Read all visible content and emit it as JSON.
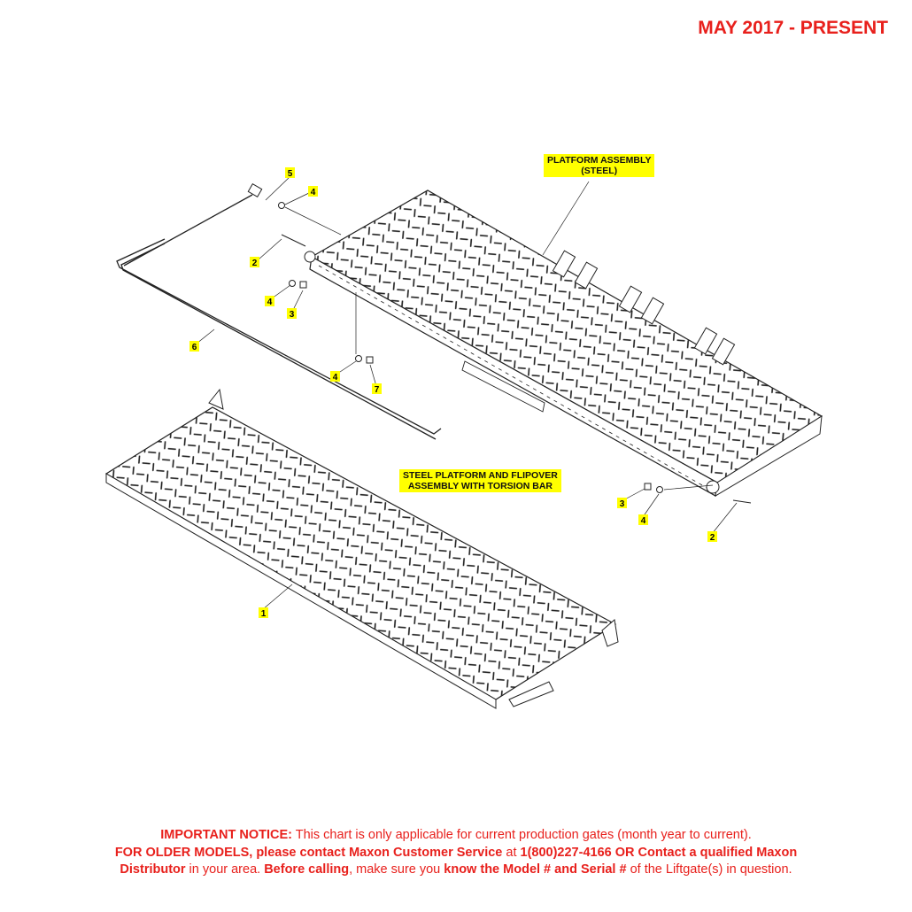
{
  "header": {
    "date_range": "MAY 2017 - PRESENT"
  },
  "callouts": {
    "platform_assembly": {
      "line1": "PLATFORM ASSEMBLY",
      "line2": "(STEEL)"
    },
    "steel_platform": {
      "line1": "STEEL PLATFORM AND FLIPOVER",
      "line2": "ASSEMBLY WITH TORSION BAR"
    }
  },
  "part_labels": [
    {
      "id": "p5",
      "text": "5"
    },
    {
      "id": "p4a",
      "text": "4"
    },
    {
      "id": "p2a",
      "text": "2"
    },
    {
      "id": "p4b",
      "text": "4"
    },
    {
      "id": "p3a",
      "text": "3"
    },
    {
      "id": "p6",
      "text": "6"
    },
    {
      "id": "p4c",
      "text": "4"
    },
    {
      "id": "p7",
      "text": "7"
    },
    {
      "id": "p3b",
      "text": "3"
    },
    {
      "id": "p4d",
      "text": "4"
    },
    {
      "id": "p2b",
      "text": "2"
    },
    {
      "id": "p1",
      "text": "1"
    }
  ],
  "notice": {
    "s1_bold": "IMPORTANT NOTICE:",
    "s1_text": " This chart is only applicable for current production gates (month year to current).",
    "s2_bold": "FOR OLDER MODELS, please contact Maxon Customer Service",
    "s2_text": " at ",
    "s2_bold2": "1(800)227-4166 OR Contact a qualified Maxon",
    "s3_bold": "Distributor",
    "s3_text": " in your area. ",
    "s3_bold2": "Before calling",
    "s3_text2": ", make sure you ",
    "s3_bold3": "know the Model # and Serial #",
    "s3_text3": " of the Liftgate(s) in question."
  },
  "colors": {
    "red": "#e8201c",
    "highlight": "#ffff00",
    "line": "#222222"
  }
}
